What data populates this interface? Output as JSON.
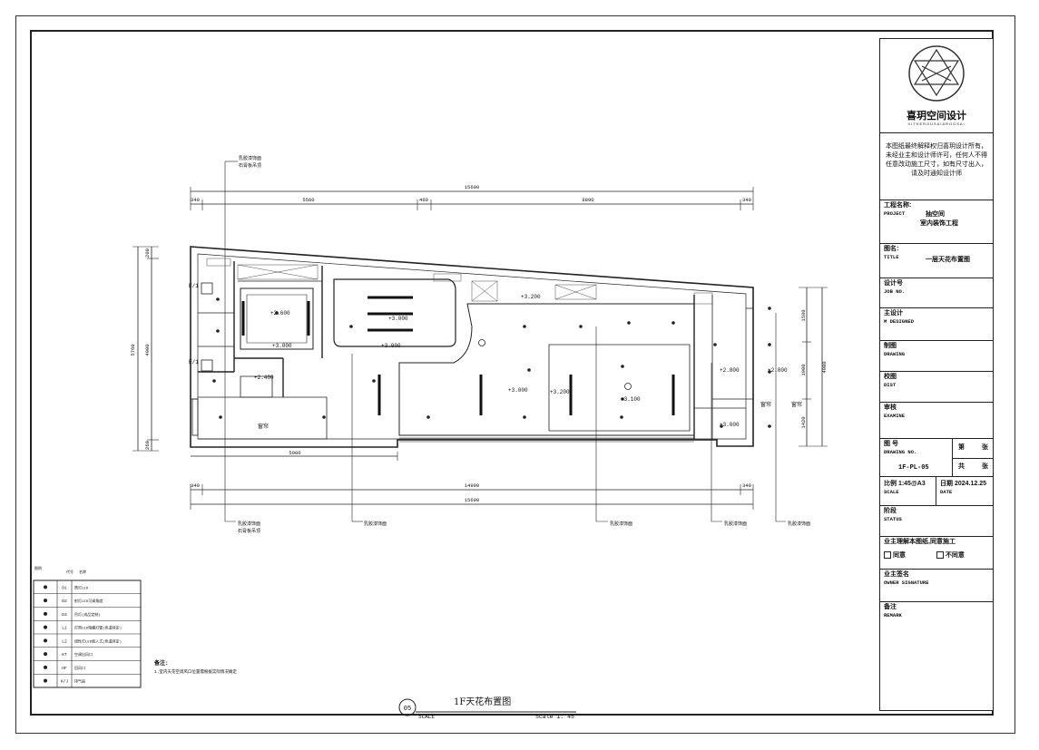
{
  "drawing": {
    "sheet_title": "1F天花布置图",
    "sheet_number": "05",
    "scale_label": "SCALE",
    "scale_value": "Scale 1: 45",
    "notes_title": "备注:",
    "notes_text": "1.室内天花空调风口位置需根据实际情况确定",
    "callouts": [
      "乳胶漆饰面",
      "乳胶漆饰面",
      "乳胶漆饰面",
      "乳胶漆饰面",
      "乳胶漆饰面",
      "乳胶漆饰面"
    ],
    "callout_sub": "石膏板吊顶",
    "dims_top": {
      "total": "15690",
      "a": "340",
      "b": "5560",
      "c": "460",
      "d": "8890",
      "e": "340"
    },
    "dims_bottom": {
      "total": "15690",
      "a": "340",
      "b": "14990",
      "c": "340",
      "inner": "5900"
    },
    "dims_left": {
      "total": "5760",
      "a": "200",
      "b": "4900",
      "c": "260"
    },
    "dims_right": {
      "total": "4900",
      "a": "1580",
      "b": "1900",
      "c": "1420"
    },
    "elevations": [
      "+2.600",
      "+3.000",
      "+3.000",
      "+3.000",
      "+3.200",
      "+2.400",
      "+3.000",
      "+3.200",
      "+3.100",
      "+2.800",
      "+2.800",
      "+3.000"
    ],
    "markers": [
      "E/1",
      "E/1"
    ],
    "hatch_labels": [
      "窗帘",
      "窗帘",
      "窗帘"
    ]
  },
  "legend": {
    "header": [
      "图例",
      "代号",
      "名称"
    ],
    "rows": [
      {
        "code": "D1",
        "name": "筒灯LED"
      },
      {
        "code": "D2",
        "name": "射灯LED可调角度"
      },
      {
        "code": "D3",
        "name": "吊灯(成品定制)"
      },
      {
        "code": "L1",
        "name": "灯带LED暗藏灯管(色温待定)"
      },
      {
        "code": "L2",
        "name": "线性灯LED嵌入式(色温待定)"
      },
      {
        "code": "KT",
        "name": "空调出风口"
      },
      {
        "code": "HF",
        "name": "回风口"
      },
      {
        "code": "K/J",
        "name": "排气扇"
      }
    ]
  },
  "titleblock": {
    "company": "喜玥空间设计",
    "company_en": "XITHEROUSAIAROOSAI",
    "copyright_note": "本图纸最终解释权归喜玥设计所有，未经业主和设计师许可，任何人不得任意改动施工尺寸，如有尺寸出入，请及时通知设计师",
    "project_label": "工程名称:",
    "project_label_en": "PROJECT",
    "project_name": "抽空间",
    "project_sub": "室内装饰工程",
    "title_label": "图名:",
    "title_label_en": "TITLE",
    "title_value": "一层天花布置图",
    "job_label": "设计号",
    "job_label_en": "JOB NO.",
    "designer_label": "主设计",
    "designer_label_en": "M DESIGNED",
    "drawing_label": "制图",
    "drawing_label_en": "DRAWING",
    "dist_label": "校图",
    "dist_label_en": "DIST",
    "exam_label": "审核",
    "exam_label_en": "EXAMINE",
    "drawno_label": "图 号",
    "drawno_label_en": "DRAWING NO.",
    "drawno_value": "1F-PL-05",
    "page_label": "第",
    "page_unit": "张",
    "total_label": "共",
    "total_unit": "张",
    "scale_label": "比例 1:45@A3",
    "scale_label_en": "SCALE",
    "date_label": "日期 2024.12.25",
    "date_label_en": "DATE",
    "status_label": "阶段",
    "status_label_en": "STATUS",
    "confirm_text": "业主理解本图纸,同意施工",
    "agree": "同意",
    "disagree": "不同意",
    "owner_sig_label": "业主签名",
    "owner_sig_label_en": "OWNER SIGNATURE",
    "remark_label": "备注",
    "remark_label_en": "REMARK"
  }
}
